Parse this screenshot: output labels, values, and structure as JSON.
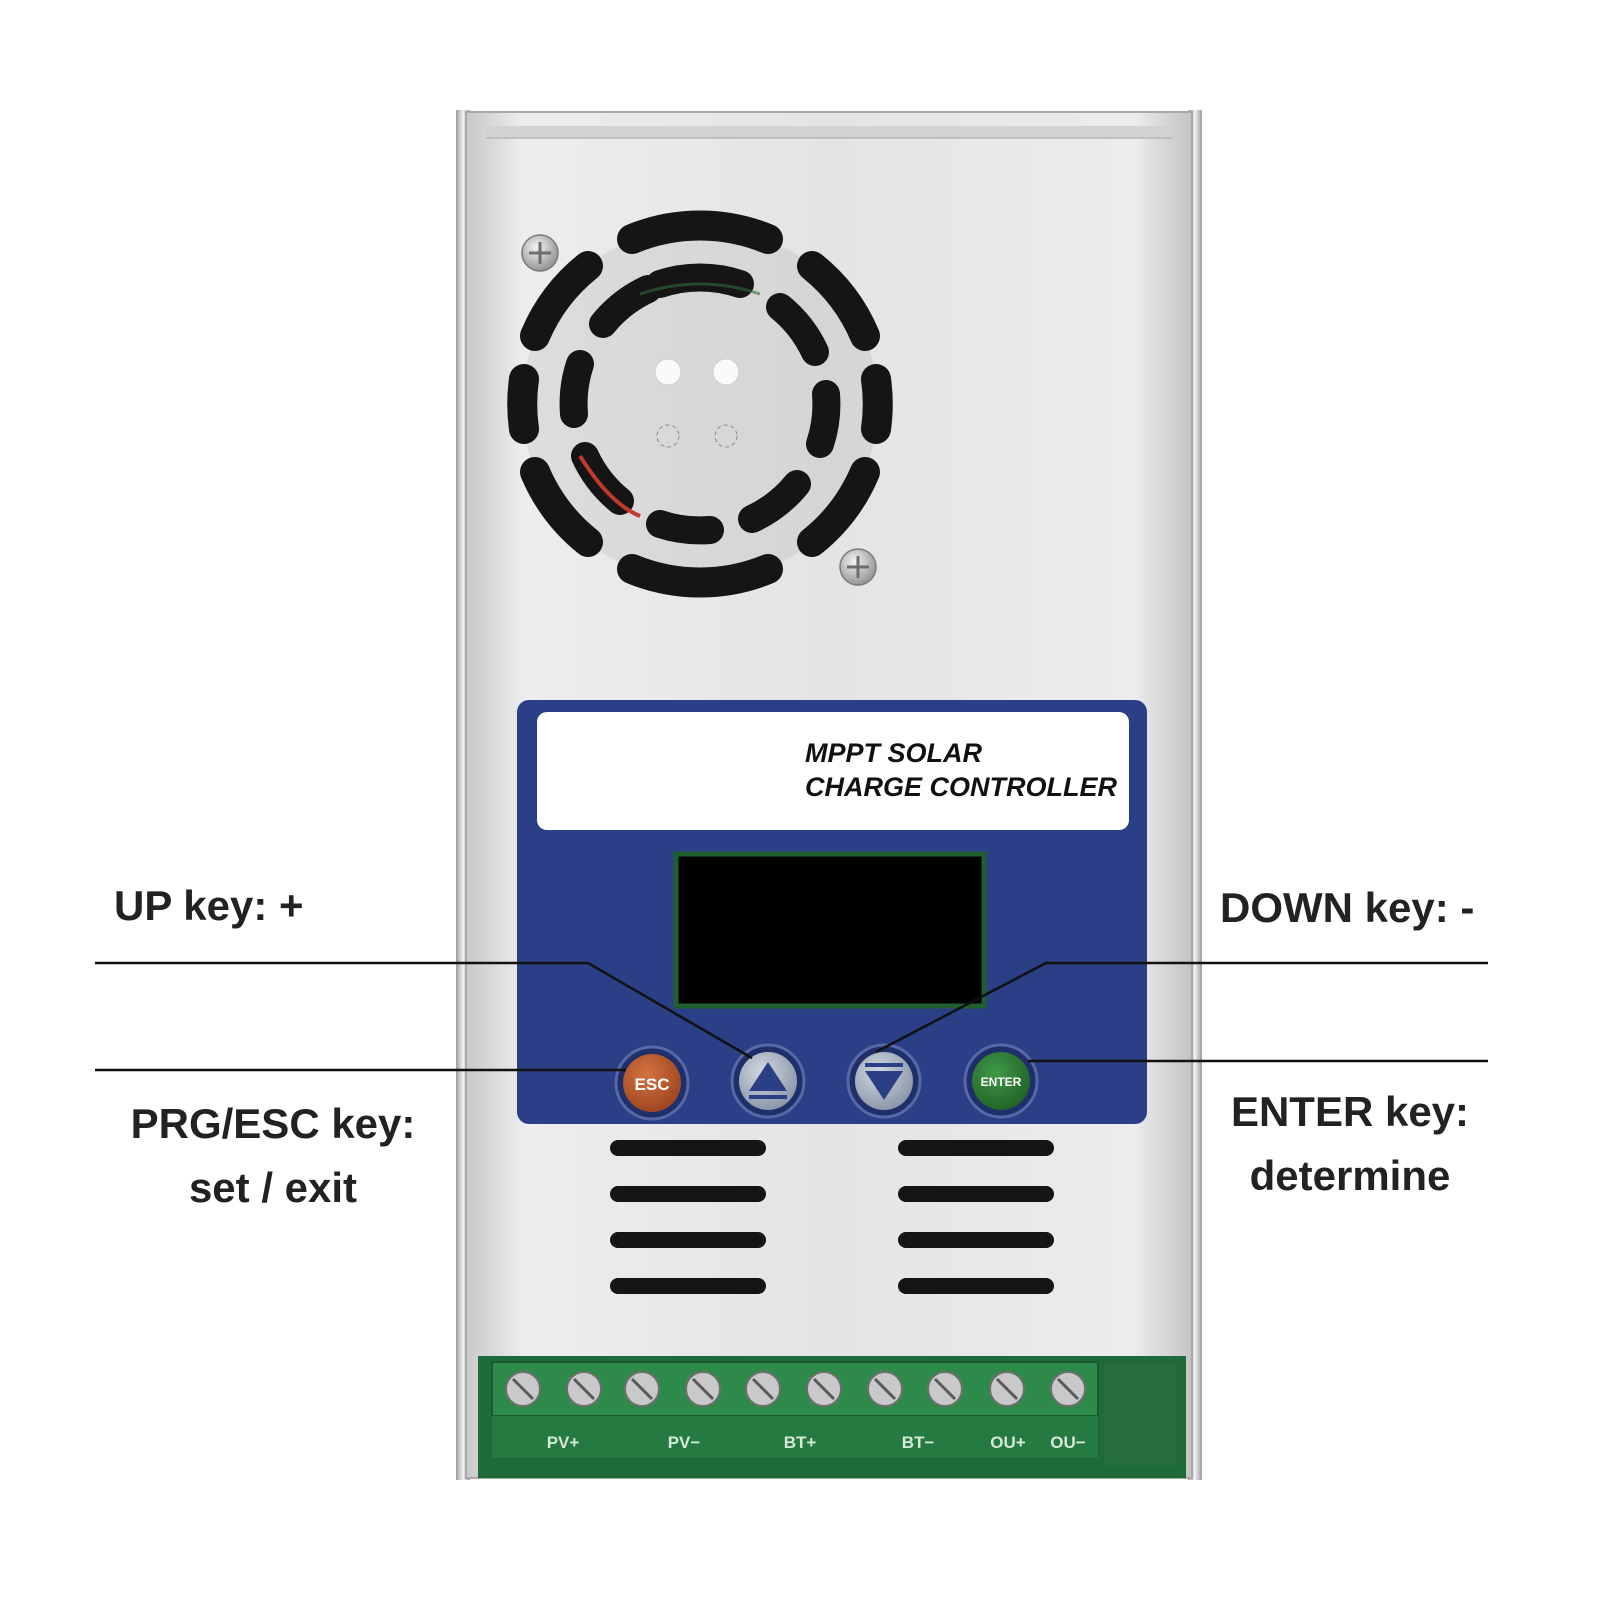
{
  "device": {
    "label_line1": "MPPT SOLAR",
    "label_line2": "CHARGE CONTROLLER"
  },
  "buttons": {
    "esc": "ESC",
    "enter": "ENTER"
  },
  "callouts": {
    "up": "UP key: +",
    "down": "DOWN key: -",
    "esc_line1": "PRG/ESC key:",
    "esc_line2": "set / exit",
    "enter_line1": "ENTER key:",
    "enter_line2": "determine"
  },
  "terminals": [
    "PV+",
    "PV−",
    "BT+",
    "BT−",
    "OU+",
    "OU−"
  ],
  "colors": {
    "panel_blue": "#2b3f86",
    "esc_button": "#b4532a",
    "enter_button": "#2e7d32",
    "arrow_button": "#a9b4c6",
    "terminal_green": "#2d8a4a",
    "casing_silver": "#e2e2e2"
  }
}
